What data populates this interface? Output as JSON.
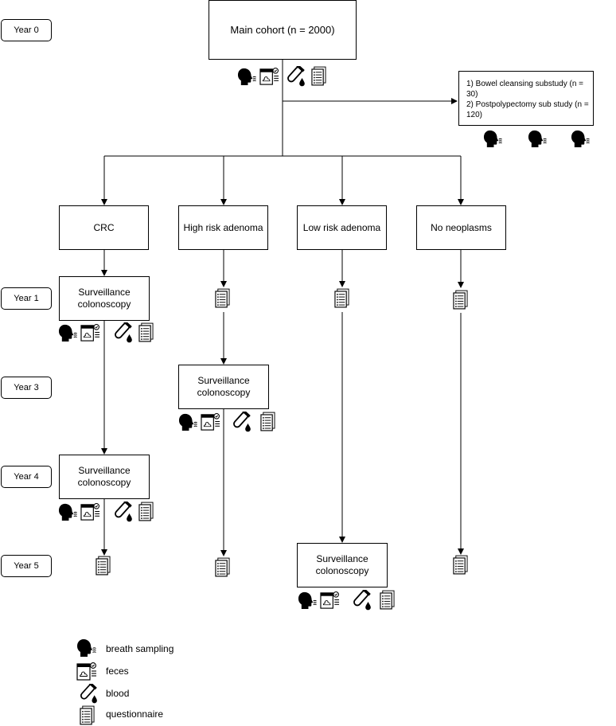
{
  "years": {
    "y0": "Year 0",
    "y1": "Year 1",
    "y3": "Year 3",
    "y4": "Year 4",
    "y5": "Year 5"
  },
  "main_cohort": "Main cohort (n = 2000)",
  "substudies": {
    "line1": "1) Bowel cleansing substudy (n = 30)",
    "line2": "2) Postpolypectomy sub study (n = 120)"
  },
  "groups": {
    "crc": "CRC",
    "high_risk": "High risk adenoma",
    "low_risk": "Low risk adenoma",
    "no_neoplasms": "No neoplasms"
  },
  "surveillance": {
    "line1": "Surveillance",
    "line2": "colonoscopy"
  },
  "legend": {
    "breath": "breath sampling",
    "feces": "feces",
    "blood": "blood",
    "questionnaire": "questionnaire"
  },
  "icons": [
    "breath-icon",
    "feces-icon",
    "blood-icon",
    "questionnaire-icon"
  ]
}
